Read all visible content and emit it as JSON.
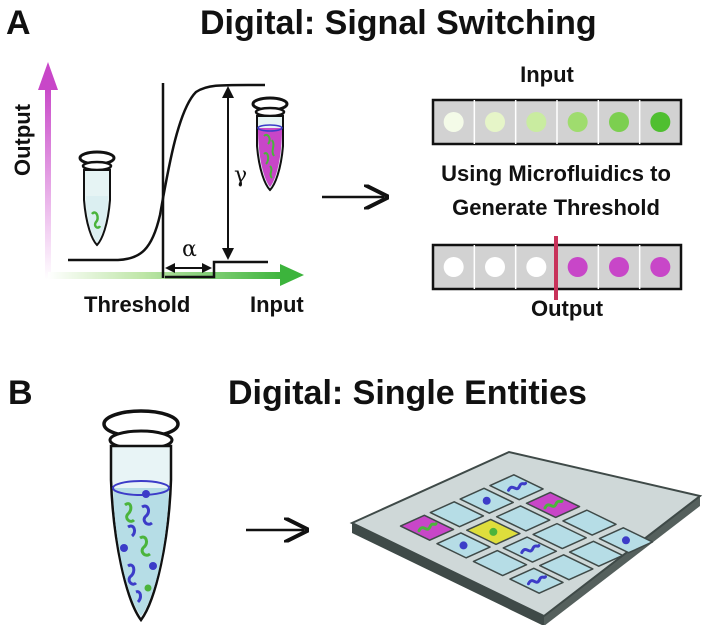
{
  "panel_a": {
    "letter": "A",
    "title": "Digital: Signal Switching",
    "axis_output": "Output",
    "axis_threshold": "Threshold",
    "axis_input": "Input",
    "alpha": "α",
    "gamma": "γ",
    "strip_top_label": "Input",
    "mid_text_line1": "Using Microfluidics to",
    "mid_text_line2": "Generate Threshold",
    "strip_bottom_label": "Output"
  },
  "panel_b": {
    "letter": "B",
    "title": "Digital: Single Entities"
  },
  "colors": {
    "magenta": "#c846c8",
    "green": "#4bb43c",
    "blue_purple": "#3c3cc8",
    "yellow": "#dede3c",
    "tray_top": "#cfd8d8",
    "tray_side": "#3f4a48",
    "well": "#b6dde6",
    "strip_bg": "#d2d2d2"
  },
  "input_strip_colors": [
    "#f4fbe8",
    "#e6f5c8",
    "#c9ecA0",
    "#9fdc6e",
    "#7ccf50",
    "#4fbf30"
  ],
  "output_strip_colors": [
    "#ffffff",
    "#ffffff",
    "#ffffff",
    "#c846c8",
    "#c846c8",
    "#c846c8"
  ]
}
